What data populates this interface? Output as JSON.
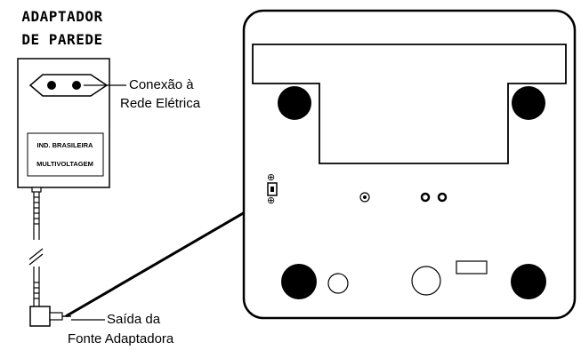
{
  "title": {
    "line1": "ADAPTADOR",
    "line2": "DE PAREDE"
  },
  "adapter": {
    "plate_line1": "IND. BRASILEIRA",
    "plate_line2": "MULTIVOLTAGEM"
  },
  "callouts": {
    "mains_line1": "Conexão à",
    "mains_line2": "Rede Elétrica",
    "output_line1": "Saída da",
    "output_line2": "Fonte Adaptadora"
  },
  "polarity": {
    "top": "⊕",
    "bottom": "⊕"
  }
}
